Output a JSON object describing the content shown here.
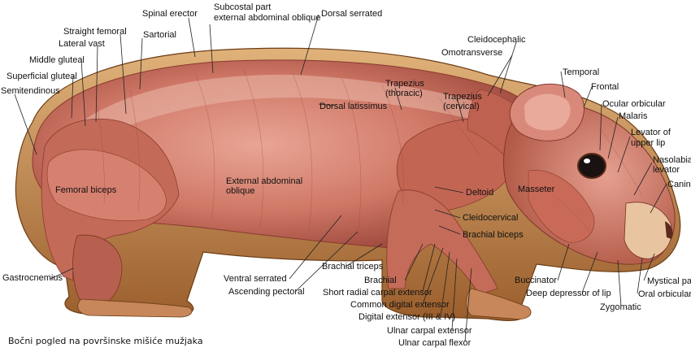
{
  "caption": "Bočni pogled na površinske mišiće mužjaka",
  "labels": {
    "spinal_erector": "Spinal erector",
    "subcostal_l1": "Subcostal part",
    "subcostal_l2": "external abdominal oblique",
    "dorsal_serrated": "Dorsal serrated",
    "straight_femoral": "Straight femoral",
    "sartorial": "Sartorial",
    "lateral_vast": "Lateral vast",
    "middle_gluteal": "Middle gluteal",
    "superficial_gluteal": "Superficial gluteal",
    "semitendinous": "Semitendinous",
    "cleidocephalic": "Cleidocephalic",
    "omotransverse": "Omotransverse",
    "temporal": "Temporal",
    "frontal": "Frontal",
    "ocular_orbicular": "Ocular orbicular",
    "malaris": "Malaris",
    "levator_l1": "Levator of",
    "levator_l2": "upper lip",
    "nasolabial_l1": "Nasolabial",
    "nasolabial_l2": "levator",
    "canine": "Canine",
    "trap_thoracic_l1": "Trapezius",
    "trap_thoracic_l2": "(thoracic)",
    "trap_cervical_l1": "Trapezius",
    "trap_cervical_l2": "(cervical)",
    "dorsal_latissimus": "Dorsal latissimus",
    "ext_abd_oblique_l1": "External abdominal",
    "ext_abd_oblique_l2": "oblique",
    "femoral_biceps": "Femoral biceps",
    "deltoid": "Deltoid",
    "masseter": "Masseter",
    "cleidocervical": "Cleidocervical",
    "brachial_biceps": "Brachial biceps",
    "gastrocnemius": "Gastrocnemius",
    "brachial_triceps": "Brachial triceps",
    "ventral_serrated": "Ventral serrated",
    "ascending_pectoral": "Ascending pectoral",
    "brachial": "Brachial",
    "short_radial": "Short radial carpal extensor",
    "common_digital": "Common digital extensor",
    "digital_extensor": "Digital extensor (III & IV)",
    "ulnar_extensor": "Ulnar carpal extensor",
    "ulnar_flexor": "Ulnar carpal flexor",
    "buccinator": "Buccinator",
    "deep_depressor": "Deep depressor of lip",
    "zygomatic": "Zygomatic",
    "mystical_pad": "Mystical pad",
    "oral_orbicular": "Oral orbicular"
  },
  "colors": {
    "muscle": "#cf7766",
    "muscle_dark": "#a5493c",
    "muscle_light": "#e7a595",
    "fur": "#c98a4e",
    "fur_dark": "#8a5424",
    "fur_light": "#e8c48e"
  }
}
